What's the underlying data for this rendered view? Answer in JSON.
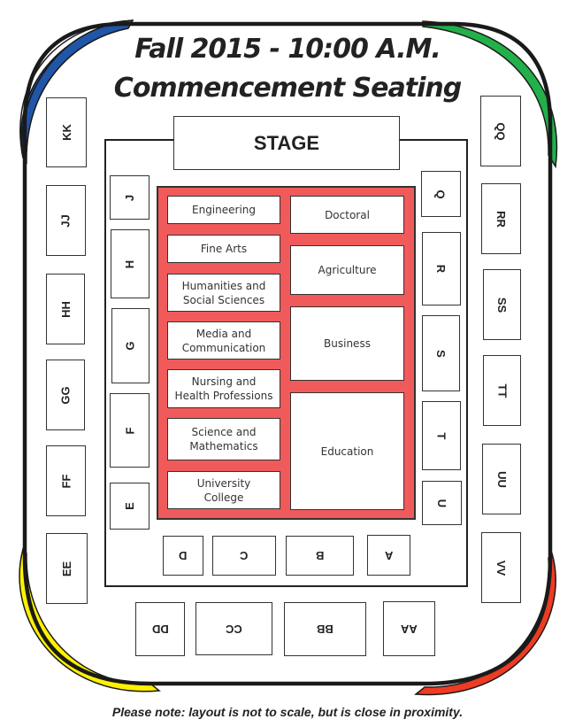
{
  "header": {
    "title_line1": "Fall 2015 - 10:00 A.M.",
    "title_line2": "Commencement Seating"
  },
  "stage": {
    "label": "STAGE"
  },
  "colleges": {
    "left": [
      {
        "id": "engineering",
        "label": "Engineering"
      },
      {
        "id": "fine-arts",
        "label": "Fine Arts"
      },
      {
        "id": "humanities",
        "label": "Humanities and\nSocial Sciences"
      },
      {
        "id": "media",
        "label": "Media and\nCommunication"
      },
      {
        "id": "nursing",
        "label": "Nursing and\nHealth Professions"
      },
      {
        "id": "science",
        "label": "Science and\nMathematics"
      },
      {
        "id": "university-college",
        "label": "University\nCollege"
      }
    ],
    "right": [
      {
        "id": "doctoral",
        "label": "Doctoral"
      },
      {
        "id": "agriculture",
        "label": "Agriculture"
      },
      {
        "id": "business",
        "label": "Business"
      },
      {
        "id": "education",
        "label": "Education"
      }
    ]
  },
  "sections": {
    "inner_left": [
      "J",
      "H",
      "G",
      "F",
      "E"
    ],
    "inner_right": [
      "Q",
      "R",
      "S",
      "T",
      "U"
    ],
    "inner_bottom": [
      "D",
      "C",
      "B",
      "A"
    ],
    "outer_left": [
      "KK",
      "JJ",
      "HH",
      "GG",
      "FF",
      "EE"
    ],
    "outer_right": [
      "QQ",
      "RR",
      "SS",
      "TT",
      "UU",
      "VV"
    ],
    "outer_bottom": [
      "DD",
      "CC",
      "BB",
      "AA"
    ]
  },
  "colors": {
    "block_red": "#f05a5a",
    "arc_blue": "#1f56a8",
    "arc_green": "#22b04b",
    "arc_yellow": "#fff200",
    "arc_red": "#ee3b24",
    "outline": "#1a1a1a"
  },
  "footer": {
    "note": "Please note: layout is not to scale, but is close in proximity."
  }
}
